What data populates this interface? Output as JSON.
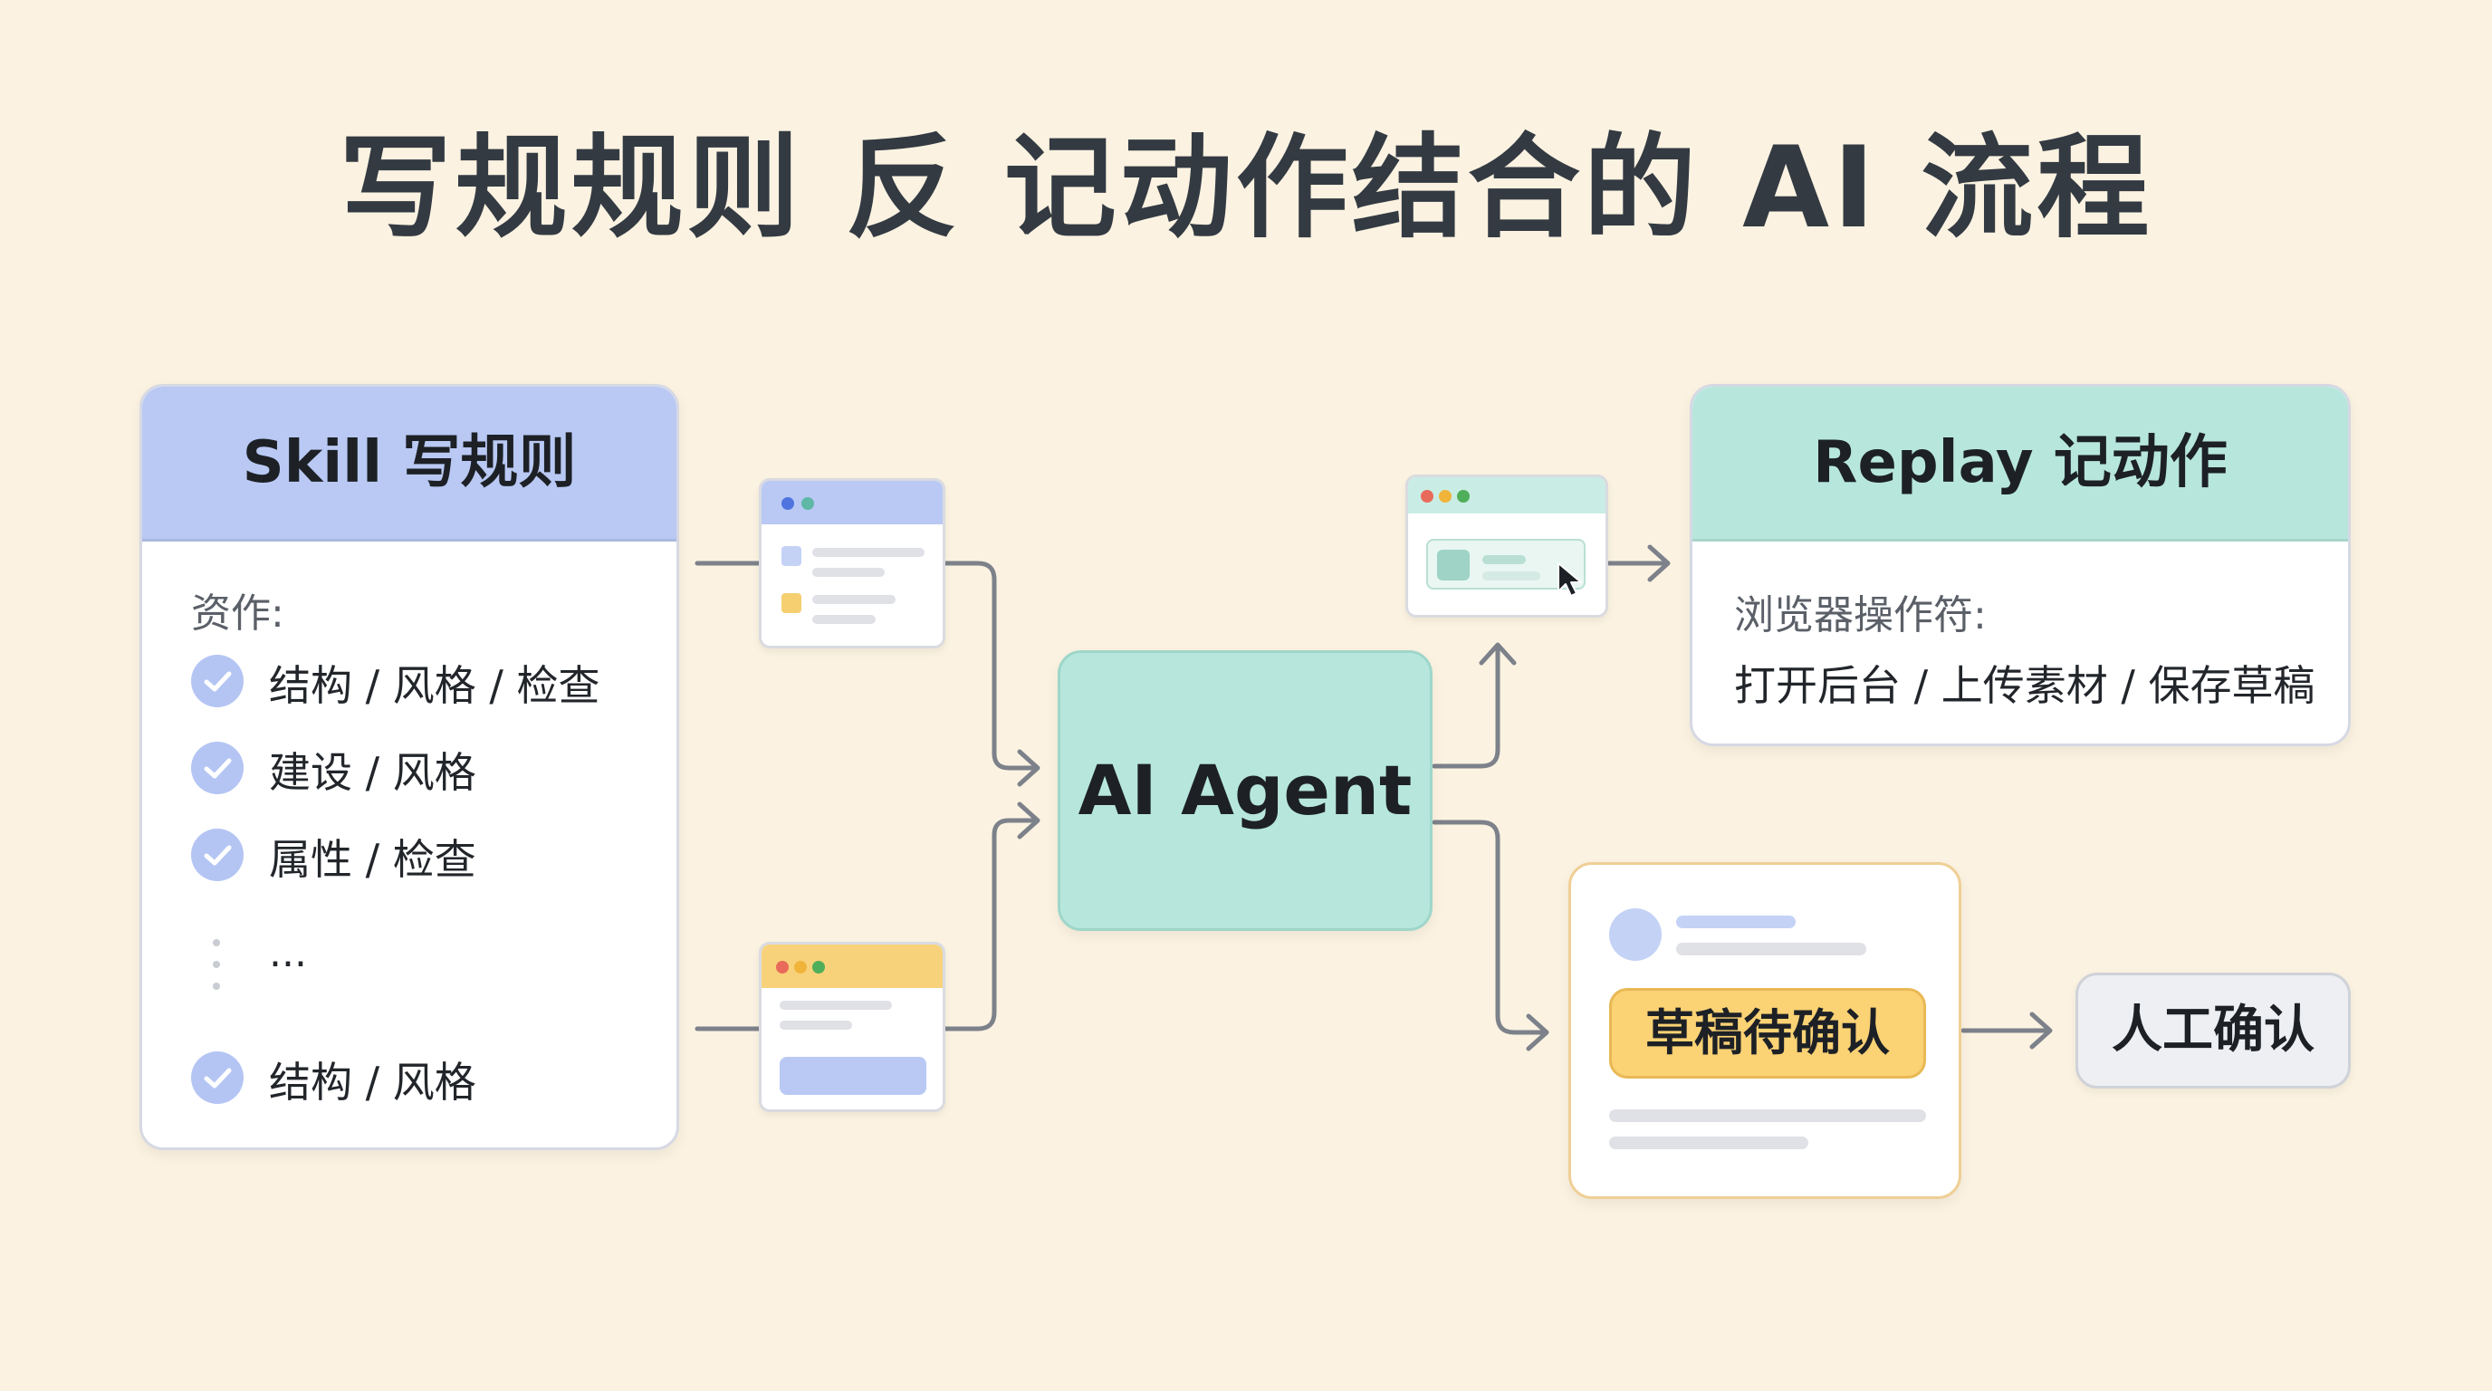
{
  "title": "写规规则 反  记动作结合的 AI 流程",
  "skill_card": {
    "header": "Skill 写规则",
    "subtitle": "资作:",
    "items": [
      "结构 / 风格 / 检查",
      "建设 / 风格",
      "属性 / 检查",
      "结构 / 风格"
    ],
    "ellipsis": "..."
  },
  "agent": {
    "label": "AI Agent"
  },
  "replay_card": {
    "header": "Replay 记动作",
    "subtitle": "浏览器操作符:",
    "actions": "打开后台 / 上传素材 / 保存草稿"
  },
  "draft": {
    "label": "草稿待确认"
  },
  "confirm": {
    "label": "人工确认"
  },
  "colors": {
    "background": "#fbf2e1",
    "skill_header": "#b9c9f4",
    "teal": "#b7e7dc",
    "draft_yellow": "#fbd274",
    "arrow": "#7c818a"
  }
}
